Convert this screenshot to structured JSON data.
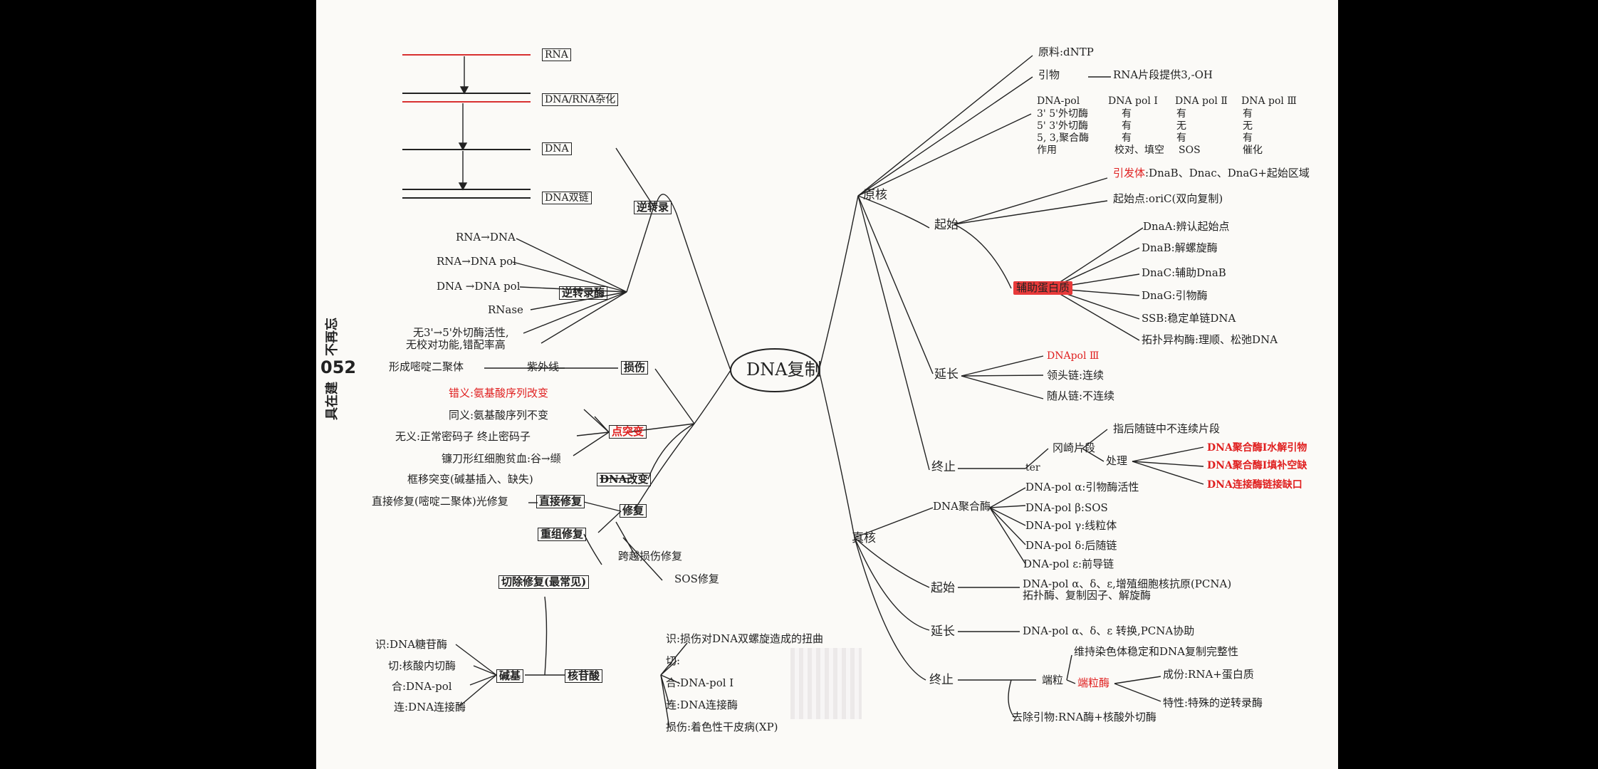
{
  "side_text": {
    "top": "不再忘",
    "bottom": "具在建",
    "page": "052"
  },
  "center": "DNA复制",
  "left": {
    "rt_diagram": {
      "rna": "RNA",
      "hybrid": "DNA/RNA杂化",
      "dna": "DNA",
      "ds": "DNA双链"
    },
    "reverse_transcription": "逆转录",
    "rt_enzyme": "逆转录酶",
    "rt_props": [
      "RNA→DNA",
      "RNA→DNA pol",
      "DNA →DNA pol",
      "RNase",
      "无3'→5'外切酶活性,",
      "无校对功能,错配率高"
    ],
    "damage": {
      "label": "损伤",
      "uv": "紫外线",
      "dimer": "形成嘧啶二聚体"
    },
    "point_mutation": {
      "label": "点突变",
      "missense": "错义:氨基酸序列改变",
      "same": "同义:氨基酸序列不变",
      "nonsense": "无义:正常密码子    终止密码子",
      "sickle": "镰刀形红细胞贫血:谷→缬"
    },
    "dna_change": {
      "label": "DNA改变",
      "frameshift": "框移突变(碱基插入、缺失)"
    },
    "repair": {
      "label": "修复",
      "direct": "直接修复",
      "direct_desc": "直接修复(嘧啶二聚体)光修复",
      "recomb": "重组修复",
      "bypass": "跨越损伤修复",
      "sos": "SOS修复",
      "excision": "切除修复(最常见)"
    },
    "base": {
      "label": "碱基",
      "items": [
        "识:DNA糖苷酶",
        "切:核酸内切酶",
        "合:DNA-pol",
        "连:DNA连接酶"
      ]
    },
    "nucleotide": {
      "label": "核苷酸",
      "items": [
        "识:损伤对DNA双螺旋造成的扭曲",
        "切:",
        "合:DNA-pol Ⅰ",
        "连:DNA连接酶",
        "损伤:着色性干皮病(XP)"
      ]
    }
  },
  "right": {
    "prokaryote": {
      "label": "原核",
      "material": "原料:dNTP",
      "primer": "引物",
      "primer_desc": "RNA片段提供3,-OH",
      "table": {
        "header": [
          "DNA-pol",
          "DNA pol Ⅰ",
          "DNA pol Ⅱ",
          "DNA pol Ⅲ"
        ],
        "rows": [
          [
            "3' 5'外切酶",
            "有",
            "有",
            "有"
          ],
          [
            "5' 3'外切酶",
            "有",
            "无",
            "无"
          ],
          [
            "5, 3,聚合酶",
            "有",
            "有",
            "有"
          ],
          [
            "作用",
            "校对、填空",
            "SOS",
            "催化"
          ]
        ]
      },
      "initiation": {
        "label": "起始",
        "primosome": "引发体",
        "primosome_desc": ":DnaB、Dnac、DnaG+起始区域",
        "origin": "起始点:oriC(双向复制)",
        "aux": "辅助蛋白质",
        "aux_items": [
          "DnaA:辨认起始点",
          "DnaB:解螺旋酶",
          "DnaC:辅助DnaB",
          "DnaG:引物酶",
          "SSB:稳定单链DNA",
          "拓扑异构酶:理顺、松弛DNA"
        ]
      },
      "elongation": {
        "label": "延长",
        "pol": "DNApol Ⅲ",
        "leading": "领头链:连续",
        "lagging": "随从链:不连续"
      },
      "termination": {
        "label": "终止",
        "okazaki": "冈崎片段",
        "ter": "ter",
        "lag_desc": "指后随链中不连续片段",
        "process": "处理",
        "steps": [
          "DNA聚合酶Ⅰ水解引物",
          "DNA聚合酶Ⅰ填补空缺",
          "DNA连接酶链接缺口"
        ]
      }
    },
    "eukaryote": {
      "label": "真核",
      "pol": {
        "label": "DNA聚合酶",
        "items": [
          "DNA-pol α:引物酶活性",
          "DNA-pol β:SOS",
          "DNA-pol γ:线粒体",
          "DNA-pol δ:后随链",
          "DNA-pol ε:前导链"
        ]
      },
      "initiation": {
        "label": "起始",
        "line1": "DNA-pol α、δ、ε,增殖细胞核抗原(PCNA)",
        "line2": "拓扑酶、复制因子、解旋酶"
      },
      "elongation": {
        "label": "延长",
        "desc": "DNA-pol α、δ、ε 转换,PCNA协助"
      },
      "termination": {
        "label": "终止",
        "telomere": "端粒",
        "maintain": "维持染色体稳定和DNA复制完整性",
        "telomerase": "端粒酶",
        "comp": "成份:RNA+蛋白质",
        "feature": "特性:特殊的逆转录酶",
        "primer_removal": "去除引物:RNA酶+核酸外切酶"
      }
    }
  }
}
